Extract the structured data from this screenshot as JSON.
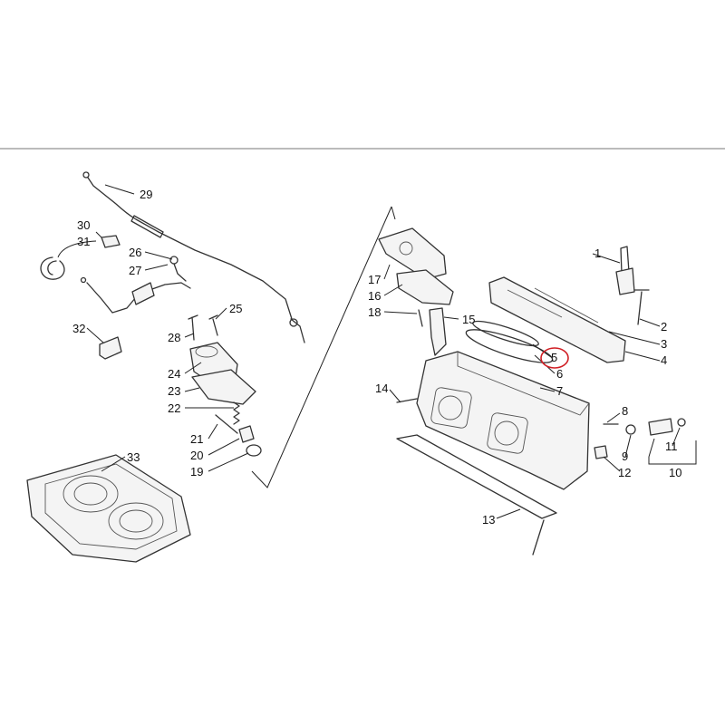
{
  "diagram": {
    "callouts": {
      "c1": "1",
      "c2": "2",
      "c3": "3",
      "c4": "4",
      "c5": "5",
      "c6": "6",
      "c7": "7",
      "c8": "8",
      "c9": "9",
      "c10": "10",
      "c11": "11",
      "c12": "12",
      "c13": "13",
      "c14": "14",
      "c15": "15",
      "c16": "16",
      "c17": "17",
      "c18": "18",
      "c19": "19",
      "c20": "20",
      "c21": "21",
      "c22": "22",
      "c23": "23",
      "c24": "24",
      "c25": "25",
      "c26": "26",
      "c27": "27",
      "c28": "28",
      "c29": "29",
      "c30": "30",
      "c31": "31",
      "c32": "32",
      "c33": "33"
    },
    "highlighted_callout": "5",
    "highlight_color": "#d01e24"
  }
}
